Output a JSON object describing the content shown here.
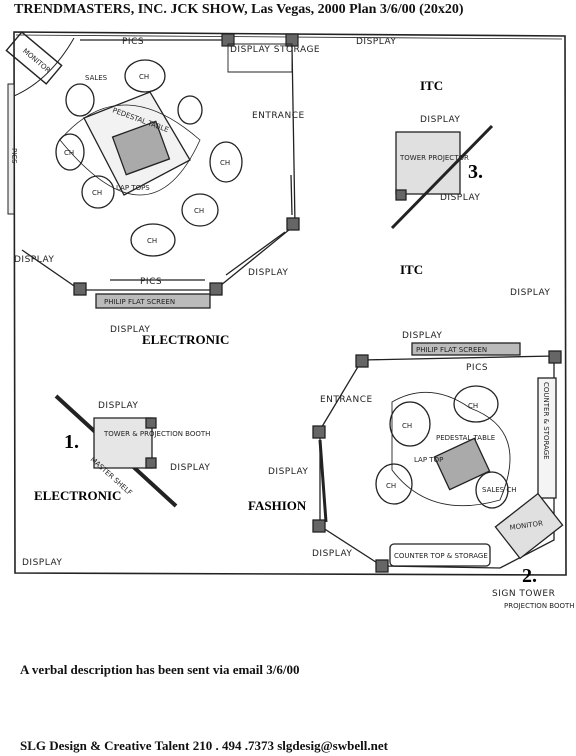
{
  "header": {
    "title": "TRENDMASTERS,  INC.   JCK SHOW, Las Vegas, 2000   Plan 3/6/00    (20x20)"
  },
  "labels": {
    "monitor": "MONITOR",
    "sales": "SALES",
    "pedestal_table": "PEDESTAL TABLE",
    "ch": "CH",
    "lap_tops": "LAP TOPS",
    "pics": "PICS",
    "display": "DISPLAY",
    "display_storage": "DISPLAY STORAGE",
    "entrance": "ENTRANCE",
    "tower_projector": "TOWER PROJECTOR",
    "philip_flat_screen": "PHILIP FLAT SCREEN",
    "tower_projection_booth": "TOWER & PROJECTION BOOTH",
    "master_shelf": "MASTER SHELF",
    "counter_storage": "COUNTER & STORAGE",
    "lap_top": "LAP TOP",
    "sales_ch": "SALES CH",
    "countertop_storage": "COUNTER TOP & STORAGE",
    "sign_tower": "SIGN TOWER",
    "projection_booth": "PROJECTION BOOTH"
  },
  "zones": {
    "itc": "ITC",
    "electronic": "ELECTRONIC",
    "fashion": "FASHION"
  },
  "numbers": {
    "one": "1.",
    "two": "2.",
    "three": "3."
  },
  "description": "A verbal description has been sent via email 3/6/00",
  "footer": "SLG Design & Creative Talent    210  .  494  .7373   slgdesig@swbell.net"
}
